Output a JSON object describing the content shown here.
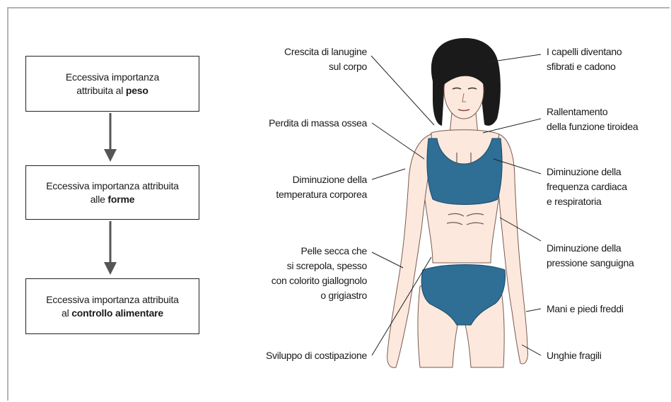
{
  "flow_boxes": [
    {
      "line1": "Eccessiva importanza",
      "line2_prefix": "attribuita al ",
      "line2_bold": "peso"
    },
    {
      "line1": "Eccessiva importanza attribuita",
      "line2_prefix": "alle ",
      "line2_bold": "forme"
    },
    {
      "line1": "Eccessiva importanza attribuita",
      "line2_prefix": "al ",
      "line2_bold": "controllo alimentare"
    }
  ],
  "labels_left": [
    {
      "lines": [
        "Crescita di lanugine",
        "sul corpo"
      ]
    },
    {
      "lines": [
        "Perdita di massa ossea"
      ]
    },
    {
      "lines": [
        "Diminuzione della",
        "temperatura corporea"
      ]
    },
    {
      "lines": [
        "Pelle secca che",
        "si screpola, spesso",
        "con colorito giallognolo",
        "o grigiastro"
      ]
    },
    {
      "lines": [
        "Sviluppo di costipazione"
      ]
    }
  ],
  "labels_right": [
    {
      "lines": [
        "I capelli diventano",
        "sfibrati e cadono"
      ]
    },
    {
      "lines": [
        "Rallentamento",
        "della funzione tiroidea"
      ]
    },
    {
      "lines": [
        "Diminuzione della",
        "frequenza cardiaca",
        "e respiratoria"
      ]
    },
    {
      "lines": [
        "Diminuzione della",
        "pressione sanguigna"
      ]
    },
    {
      "lines": [
        "Mani e piedi freddi"
      ]
    },
    {
      "lines": [
        "Unghie fragili"
      ]
    }
  ],
  "colors": {
    "frame": "#b3b3b3",
    "arrow": "#555555",
    "underwear": "#2f6e95",
    "skin": "#fce8dd",
    "hair": "#1a1a1a"
  }
}
